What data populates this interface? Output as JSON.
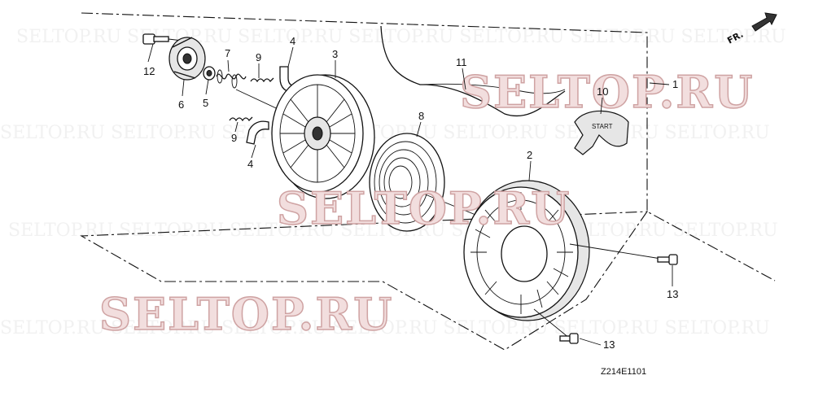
{
  "diagram": {
    "drawing_code": "Z214E1101",
    "direction_label": "FR.",
    "watermarks": [
      "SELTOP.RU",
      "SELTOP.RU",
      "SELTOP.RU"
    ],
    "callouts": [
      {
        "id": "12",
        "part": "flange bolt"
      },
      {
        "id": "6",
        "part": "ratchet"
      },
      {
        "id": "5",
        "part": "washer"
      },
      {
        "id": "7",
        "part": "spring"
      },
      {
        "id": "9",
        "part": "ratchet spring (upper)"
      },
      {
        "id": "4",
        "part": "ratchet guide (upper)"
      },
      {
        "id": "3",
        "part": "reel"
      },
      {
        "id": "11",
        "part": "starter rope"
      },
      {
        "id": "1",
        "part": "recoil starter assembly"
      },
      {
        "id": "10",
        "part": "starter grip"
      },
      {
        "id": "9",
        "part": "ratchet spring (lower)"
      },
      {
        "id": "4",
        "part": "ratchet guide (lower)"
      },
      {
        "id": "8",
        "part": "recoil spring"
      },
      {
        "id": "2",
        "part": "starter case"
      },
      {
        "id": "13",
        "part": "bolt (right)"
      },
      {
        "id": "13",
        "part": "bolt (bottom)"
      }
    ],
    "grip_text": "START"
  }
}
